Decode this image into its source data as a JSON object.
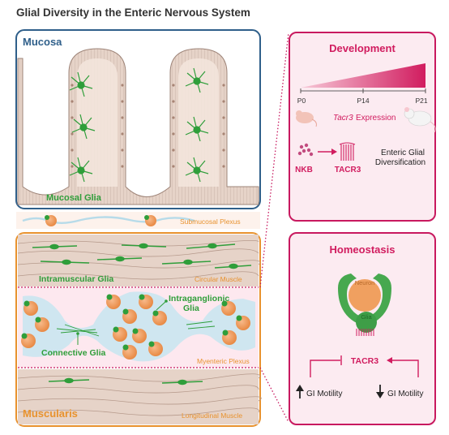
{
  "title": "Glial Diversity in the Enteric Nervous System",
  "mucosa": {
    "label": "Mucosa",
    "glia_label": "Mucosal Glia"
  },
  "submucosal": {
    "label": "Submucosal Plexus"
  },
  "muscularis": {
    "label": "Muscularis",
    "circular_muscle": "Circular Muscle",
    "intramuscular_glia": "Intramuscular Glia",
    "intraganglionic_glia_line1": "Intraganglionic",
    "intraganglionic_glia_line2": "Glia",
    "connective_glia": "Connective Glia",
    "myenteric_plexus": "Myenteric Plexus",
    "longitudinal_muscle": "Longitudinal Muscle"
  },
  "development": {
    "title": "Development",
    "stages": [
      "P0",
      "P14",
      "P21"
    ],
    "expression_gene": "Tacr3",
    "expression_word": "Expression",
    "nkb": "NKB",
    "tacr3": "TACR3",
    "outcome_line1": "Enteric Glial",
    "outcome_line2": "Diversification"
  },
  "homeostasis": {
    "title": "Homeostasis",
    "neuron": "Neuron",
    "glia": "Glia",
    "tacr3": "TACR3",
    "left_motility": "GI Motility",
    "right_motility": "GI Motility"
  },
  "colors": {
    "mucosa_border": "#2f5f8a",
    "muscularis_border": "#e8922e",
    "panel_border": "#c8195f",
    "magenta": "#d11c5f",
    "glia_green": "#2f9e3a",
    "orange_text": "#e8922e",
    "tissue": "#e6d3c8"
  }
}
